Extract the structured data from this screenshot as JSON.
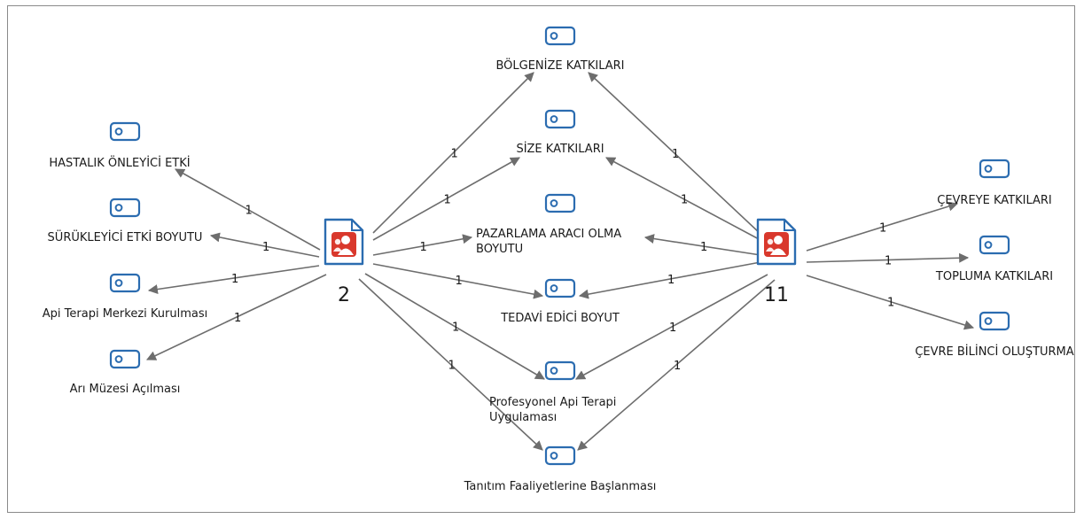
{
  "diagram": {
    "cases": [
      {
        "id": "c2",
        "label": "2",
        "icon": "document-person-icon"
      },
      {
        "id": "c11",
        "label": "11",
        "icon": "document-person-icon"
      }
    ],
    "codes": [
      {
        "id": "bolgenize",
        "lines": [
          "BÖLGENİZE KATKILARI"
        ],
        "icon": "tag-icon"
      },
      {
        "id": "size",
        "lines": [
          "SİZE KATKILARI"
        ],
        "icon": "tag-icon"
      },
      {
        "id": "pazarlama",
        "lines": [
          "PAZARLAMA ARACI OLMA",
          "BOYUTU"
        ],
        "icon": "tag-icon"
      },
      {
        "id": "tedavi",
        "lines": [
          "TEDAVİ EDİCİ BOYUT"
        ],
        "icon": "tag-icon"
      },
      {
        "id": "profesyonel",
        "lines": [
          "Profesyonel Api Terapi",
          "Uygulaması"
        ],
        "icon": "tag-icon"
      },
      {
        "id": "tanitim",
        "lines": [
          "Tanıtım Faaliyetlerine Başlanması"
        ],
        "icon": "tag-icon"
      },
      {
        "id": "hastalik",
        "lines": [
          "HASTALIK ÖNLEYİCİ ETKİ"
        ],
        "icon": "tag-icon"
      },
      {
        "id": "surukleyici",
        "lines": [
          "SÜRÜKLEYİCİ ETKİ BOYUTU"
        ],
        "icon": "tag-icon"
      },
      {
        "id": "apiterapi",
        "lines": [
          "Api Terapi Merkezi Kurulması"
        ],
        "icon": "tag-icon"
      },
      {
        "id": "arimuzesi",
        "lines": [
          "Arı Müzesi Açılması"
        ],
        "icon": "tag-icon"
      },
      {
        "id": "cevreye",
        "lines": [
          "ÇEVREYE KATKILARI"
        ],
        "icon": "tag-icon"
      },
      {
        "id": "topluma",
        "lines": [
          "TOPLUMA KATKILARI"
        ],
        "icon": "tag-icon"
      },
      {
        "id": "cevrebilinci",
        "lines": [
          "ÇEVRE BİLİNCİ OLUŞTURMA"
        ],
        "icon": "tag-icon"
      }
    ],
    "edges": [
      {
        "from": "c2",
        "to": "bolgenize",
        "label": "1"
      },
      {
        "from": "c2",
        "to": "size",
        "label": "1"
      },
      {
        "from": "c2",
        "to": "pazarlama",
        "label": "1"
      },
      {
        "from": "c2",
        "to": "tedavi",
        "label": "1"
      },
      {
        "from": "c2",
        "to": "profesyonel",
        "label": "1"
      },
      {
        "from": "c2",
        "to": "tanitim",
        "label": "1"
      },
      {
        "from": "c2",
        "to": "hastalik",
        "label": "1"
      },
      {
        "from": "c2",
        "to": "surukleyici",
        "label": "1"
      },
      {
        "from": "c2",
        "to": "apiterapi",
        "label": "1"
      },
      {
        "from": "c2",
        "to": "arimuzesi",
        "label": "1"
      },
      {
        "from": "c11",
        "to": "bolgenize",
        "label": "1"
      },
      {
        "from": "c11",
        "to": "size",
        "label": "1"
      },
      {
        "from": "c11",
        "to": "pazarlama",
        "label": "1"
      },
      {
        "from": "c11",
        "to": "tedavi",
        "label": "1"
      },
      {
        "from": "c11",
        "to": "profesyonel",
        "label": "1"
      },
      {
        "from": "c11",
        "to": "tanitim",
        "label": "1"
      },
      {
        "from": "c11",
        "to": "cevreye",
        "label": "1"
      },
      {
        "from": "c11",
        "to": "topluma",
        "label": "1"
      },
      {
        "from": "c11",
        "to": "cevrebilinci",
        "label": "1"
      }
    ],
    "colors": {
      "tag_blue": "#2b6cb0",
      "case_red": "#d9382c",
      "edge_gray": "#6d6d6d"
    }
  }
}
